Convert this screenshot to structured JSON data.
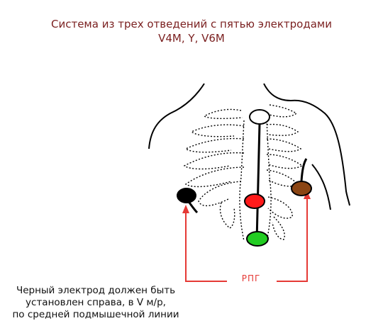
{
  "title": {
    "line1": "Система из трех отведений с пятью электродами",
    "line2": "V4M, Y, V6M"
  },
  "rpg_label": "РПГ",
  "note": {
    "line1": "Черный электрод должен быть",
    "line2": "установлен справа, в V м/р,",
    "line3": "по средней подмышечной линии"
  },
  "colors": {
    "title": "#7a1f1f",
    "arrows": "#e53935",
    "electrode_white": "#ffffff",
    "electrode_red": "#ff1a1a",
    "electrode_green": "#22cc22",
    "electrode_brown": "#8b4513",
    "electrode_black": "#000000"
  }
}
